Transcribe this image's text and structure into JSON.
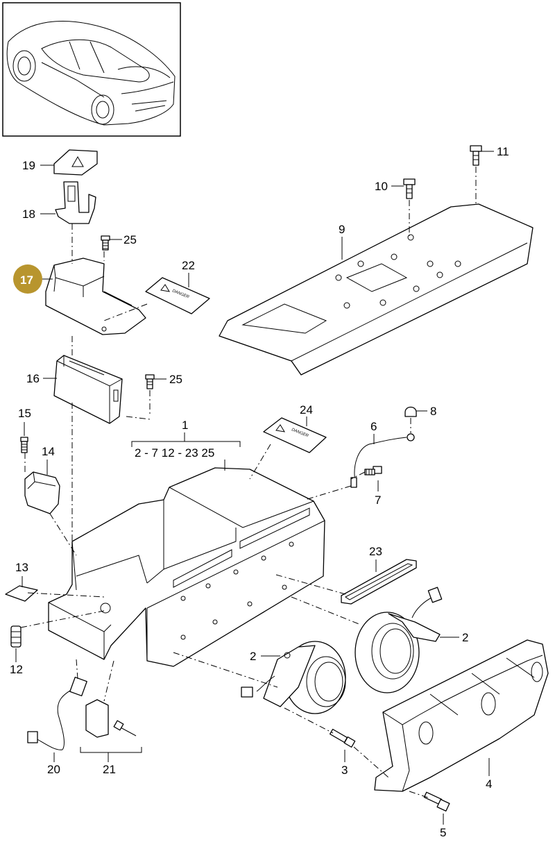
{
  "labels": {
    "p1": "1",
    "p1_range": "2 - 7   12 - 23   25",
    "p2a": "2",
    "p2b": "2",
    "p3": "3",
    "p4": "4",
    "p5": "5",
    "p6": "6",
    "p7": "7",
    "p8": "8",
    "p9": "9",
    "p10": "10",
    "p11": "11",
    "p12": "12",
    "p13": "13",
    "p14": "14",
    "p15": "15",
    "p16": "16",
    "p17": "17",
    "p18": "18",
    "p19": "19",
    "p20": "20",
    "p21": "21",
    "p22": "22",
    "p23": "23",
    "p24": "24",
    "p25a": "25",
    "p25b": "25"
  },
  "warning_label_text": "DANGER",
  "highlight_color": "#b8952e"
}
